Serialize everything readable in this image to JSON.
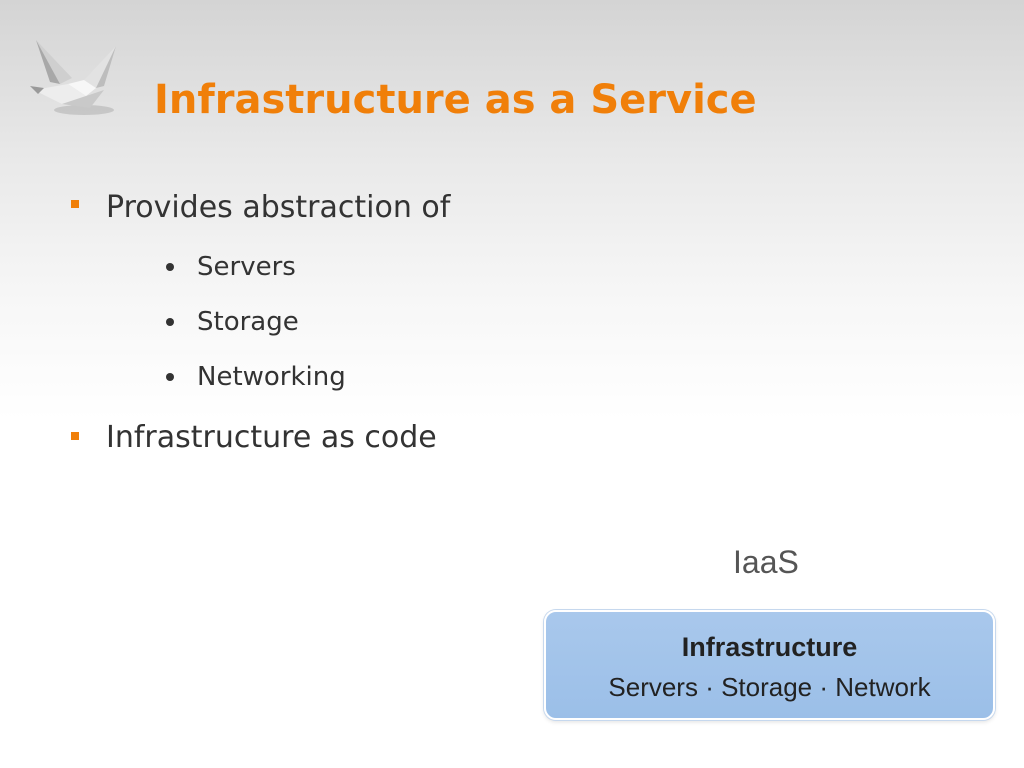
{
  "slide": {
    "title": "Infrastructure as a Service",
    "bullets": [
      {
        "text": "Provides abstraction of",
        "subitems": [
          "Servers",
          "Storage",
          "Networking"
        ]
      },
      {
        "text": "Infrastructure as code",
        "subitems": []
      }
    ]
  },
  "diagram": {
    "label": "IaaS",
    "box_title": "Infrastructure",
    "box_subtitle": "Servers · Storage · Network"
  },
  "icons": {
    "logo": "paper-crane-icon"
  },
  "colors": {
    "accent": "#f07f09",
    "text": "#333333",
    "box_fill": "#a9c8ec"
  }
}
